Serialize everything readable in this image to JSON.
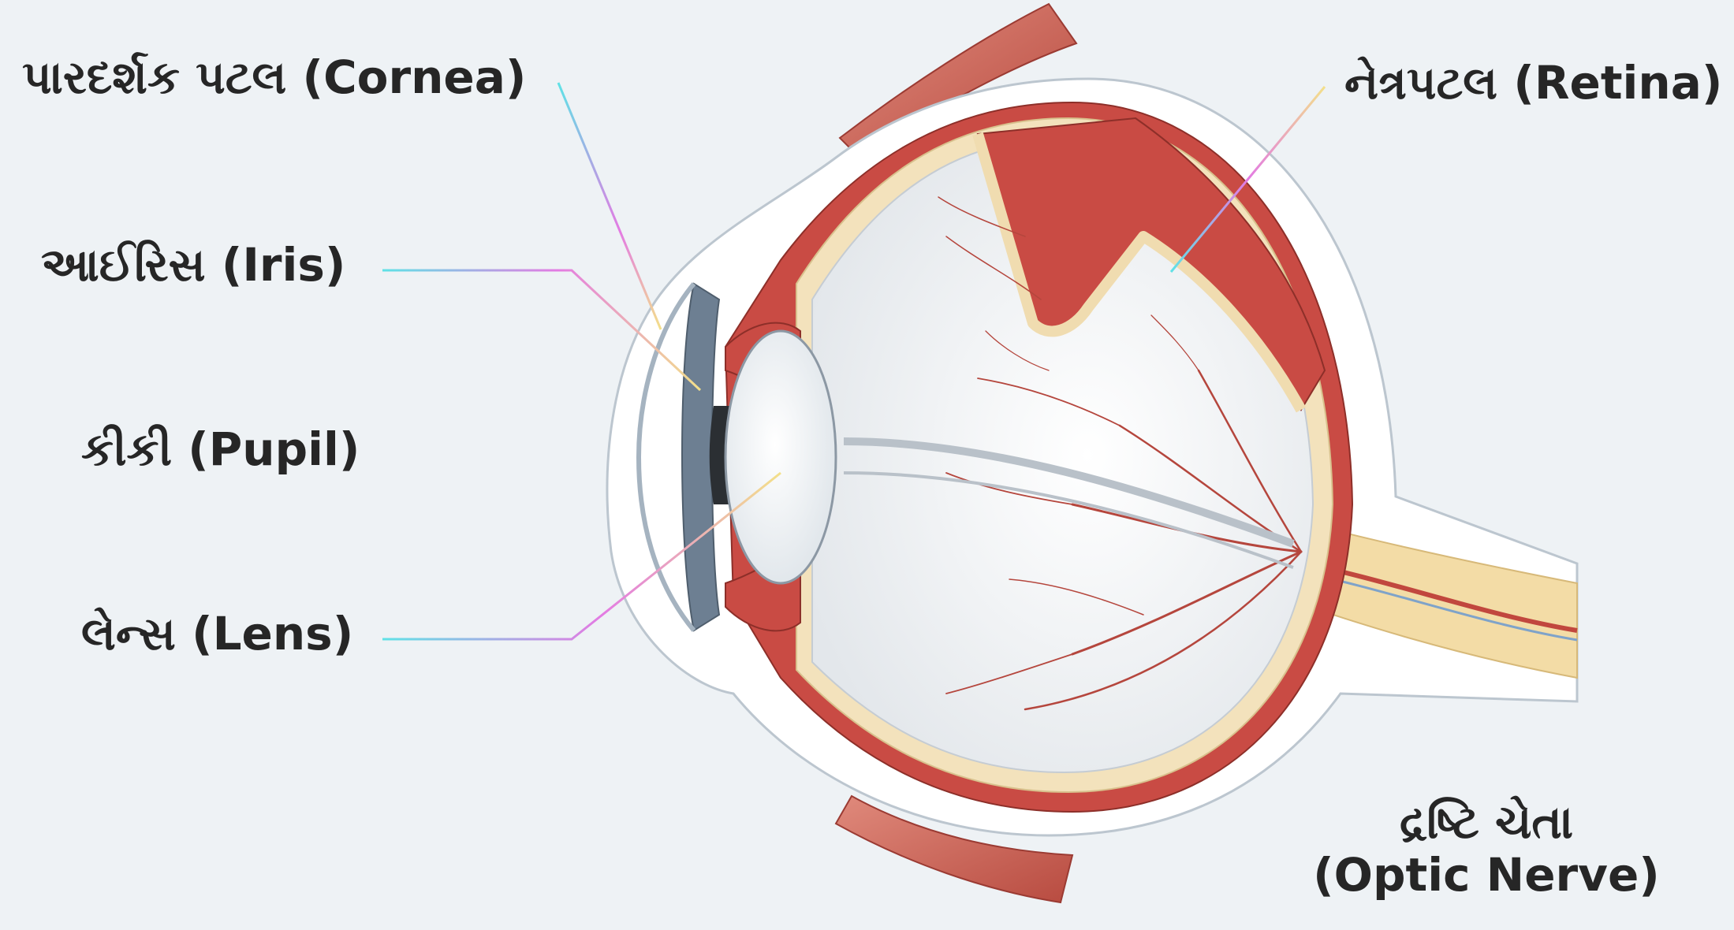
{
  "diagram": {
    "labels": {
      "cornea": "પારદર્શક પટલ (Cornea)",
      "iris": "આઈરિસ (Iris)",
      "pupil": "કીકી (Pupil)",
      "lens": "લેન્સ (Lens)",
      "retina": "નેત્રપટલ (Retina)",
      "optic_nerve_line1": "દ્રષ્ટિ ચેતા",
      "optic_nerve_line2": "(Optic Nerve)"
    },
    "colors": {
      "background": "#eef2f5",
      "sclera_outer": "#ffffff",
      "choroid": "#c94b44",
      "retina_layer": "#f3e2bc",
      "vitreous": "#f2f4f6",
      "lens": "#ffffff",
      "iris": "#6d7f92",
      "pupil": "#2b2f33",
      "blood_vessels": "#b5463d",
      "optic_nerve": "#f3dca6",
      "muscle": "#c85a4e",
      "leader_cyan": "#5fe2e6",
      "leader_magenta": "#e37be3",
      "leader_yellow": "#f3e08a"
    }
  }
}
